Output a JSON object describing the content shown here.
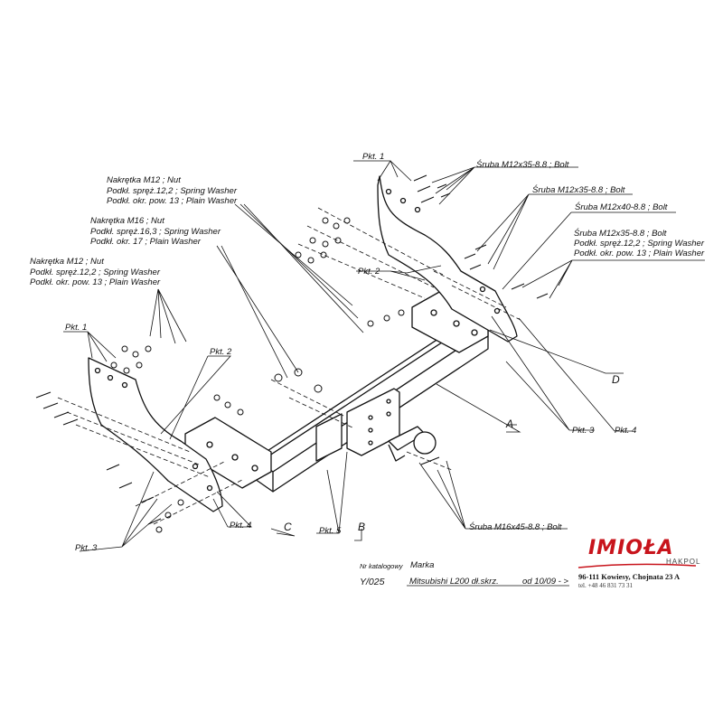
{
  "labels": {
    "pkt1_top": "Pkt. 1",
    "pkt2_top": "Pkt. 2",
    "pkt1_left": "Pkt. 1",
    "pkt2_left": "Pkt. 2",
    "pkt3_left": "Pkt. 3",
    "pkt4_left": "Pkt. 4",
    "pkt5": "Pkt. 5",
    "pkt3_right": "Pkt. 3",
    "pkt4_right": "Pkt. 4",
    "bolt1": "Śruba M12x35-8.8 ;  Bolt",
    "bolt2": "Śruba M12x35-8.8 ;  Bolt",
    "bolt3": "Śruba M12x40-8.8 ;  Bolt",
    "bolt4_1": "Śruba M12x35-8.8 ;  Bolt",
    "bolt4_2": "Podkł. spręż.12,2 ; Spring Washer",
    "bolt4_3": "Podkł. okr. pow. 13 ; Plain Washer",
    "nut12a_1": "Nakrętka  M12 ; Nut",
    "nut12a_2": "Podkł. spręż.12,2 ; Spring Washer",
    "nut12a_3": "Podkł. okr. pow. 13 ; Plain Washer",
    "nut16_1": "Nakrętka  M16 ; Nut",
    "nut16_2": "Podkł. spręż.16,3 ; Spring Washer",
    "nut16_3": "Podkł. okr. 17 ; Plain Washer",
    "nut12b_1": "Nakrętka  M12 ; Nut",
    "nut12b_2": "Podkł. spręż.12,2 ; Spring Washer",
    "nut12b_3": "Podkł. okr. pow. 13 ; Plain Washer",
    "bolt16": "Śruba M16x45-8.8 ;  Bolt",
    "part_a": "A",
    "part_b": "B",
    "part_c": "C",
    "part_d": "D"
  },
  "footer": {
    "catalog_label": "Nr katalogowy",
    "brand_label": "Marka",
    "catalog_no": "Y/025",
    "model": "Mitsubishi L200 dł.skrz.",
    "date": "od  10/09 - >"
  },
  "company": {
    "name": "IMIOŁA",
    "sub": "HAKPOL",
    "address": "96-111 Kowiesy, Chojnata 23 A",
    "phone": "tel. +48 46 831 73 31",
    "brand_color": "#c8141c"
  }
}
